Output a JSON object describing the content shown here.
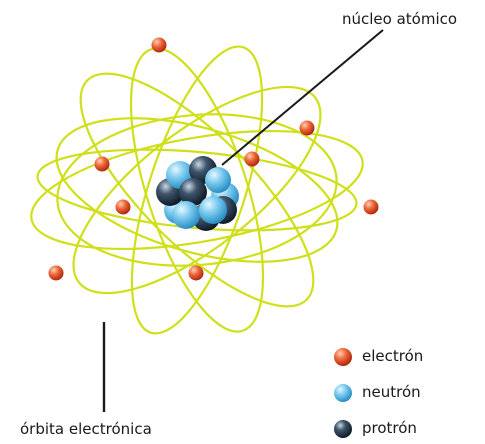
{
  "labels": {
    "nucleus": "núcleo atómico",
    "orbit": "órbita electrónica"
  },
  "legend": [
    {
      "label": "electrón",
      "kind": "electron"
    },
    {
      "label": "neutrón",
      "kind": "neutron"
    },
    {
      "label": "protrón",
      "kind": "proton"
    }
  ],
  "colors": {
    "orbit": "#cfe01a",
    "electron": "#e04a23",
    "neutron": "#6ec4ec",
    "proton": "#2d3f52",
    "line": "#1a1a1a"
  }
}
